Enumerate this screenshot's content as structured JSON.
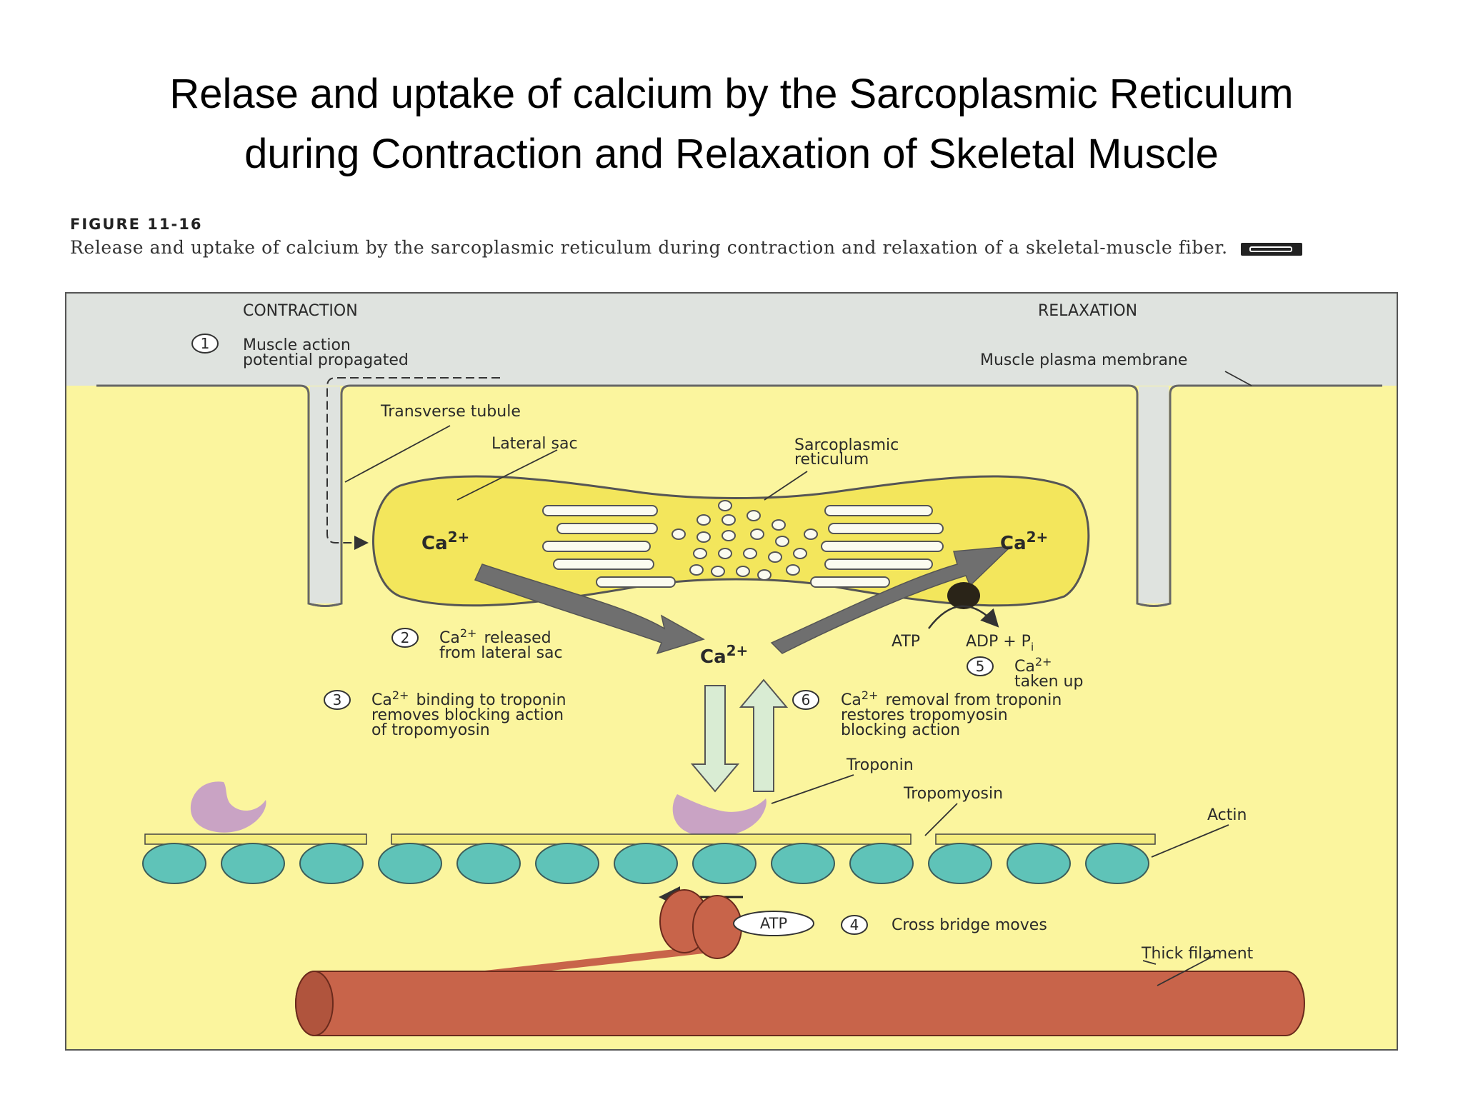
{
  "slide": {
    "title_line1": "Relase and uptake of calcium by the Sarcoplasmic Reticulum",
    "title_line2": "during Contraction and Relaxation of Skeletal Muscle"
  },
  "figure": {
    "number": "FIGURE 11-16",
    "caption": "Release and uptake of calcium by the sarcoplasmic reticulum during contraction and relaxation of a skeletal-muscle fiber."
  },
  "labels": {
    "contraction": "CONTRACTION",
    "relaxation": "RELAXATION",
    "step1_line1": "Muscle action",
    "step1_line2": "potential propagated",
    "plasma_membrane": "Muscle plasma membrane",
    "transverse_tubule": "Transverse tubule",
    "lateral_sac": "Lateral sac",
    "sr_line1": "Sarcoplasmic",
    "sr_line2": "reticulum",
    "ca_left": "Ca",
    "ca_center": "Ca",
    "ca_right": "Ca",
    "ca_charge": "2+",
    "step2_line1": "Ca",
    "step2_line1_rest": "released",
    "step2_line2": "from lateral sac",
    "step3_line1_rest": "binding to troponin",
    "step3_line2": "removes blocking action",
    "step3_line3": "of tropomyosin",
    "atp": "ATP",
    "adp_pi": "ADP + P",
    "pi_sub": "i",
    "step5_line2": "taken up",
    "step6_line1_rest": "removal from troponin",
    "step6_line2": "restores tropomyosin",
    "step6_line3": "blocking action",
    "troponin": "Troponin",
    "tropomyosin": "Tropomyosin",
    "actin": "Actin",
    "atp_crossbridge": "ATP",
    "step4": "Cross bridge moves",
    "thick_filament": "Thick filament"
  },
  "steps": {
    "s1": "1",
    "s2": "2",
    "s3": "3",
    "s4": "4",
    "s5": "5",
    "s6": "6"
  },
  "colors": {
    "cytoplasm": "#fbf59e",
    "membrane_band": "#dfe3df",
    "sac": "#f3e65c",
    "actin": "#5fc3b8",
    "troponin": "#c9a3c4",
    "tropomyosin": "#f4ec7e",
    "thick_filament": "#c8644a",
    "arrow": "#6f6f6f",
    "pump": "#2a2418",
    "vert_arrow": "#d9ecd3"
  }
}
